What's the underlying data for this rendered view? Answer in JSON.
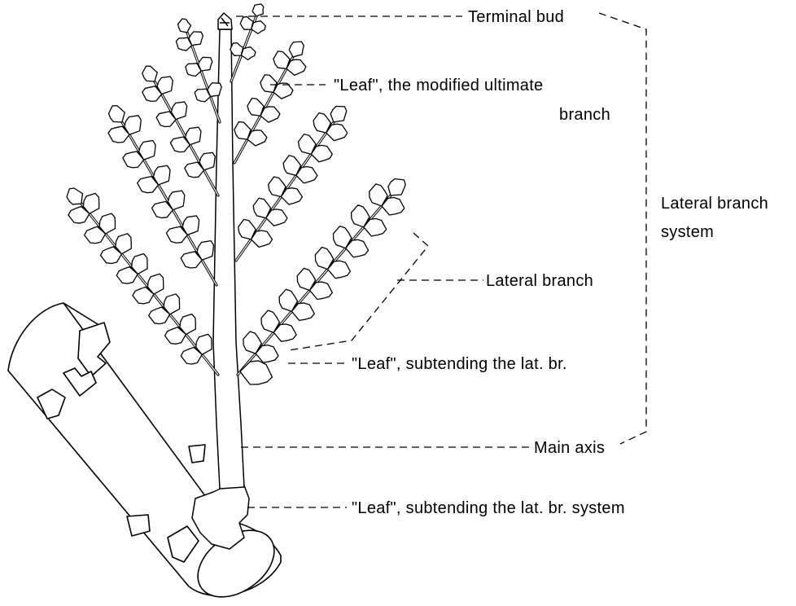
{
  "diagram": {
    "colors": {
      "ink": "#000000",
      "paper": "#ffffff"
    },
    "labels": {
      "terminal_bud": "Terminal bud",
      "leaf_ultimate_line1": "\"Leaf\", the modified ultimate",
      "leaf_ultimate_line2": "branch",
      "lateral_branch_system_line1": "Lateral branch",
      "lateral_branch_system_line2": "system",
      "lateral_branch": "Lateral branch",
      "leaf_subtending_branch": "\"Leaf\", subtending the lat. br.",
      "main_axis": "Main axis",
      "leaf_subtending_system": "\"Leaf\", subtending the lat. br. system"
    }
  }
}
